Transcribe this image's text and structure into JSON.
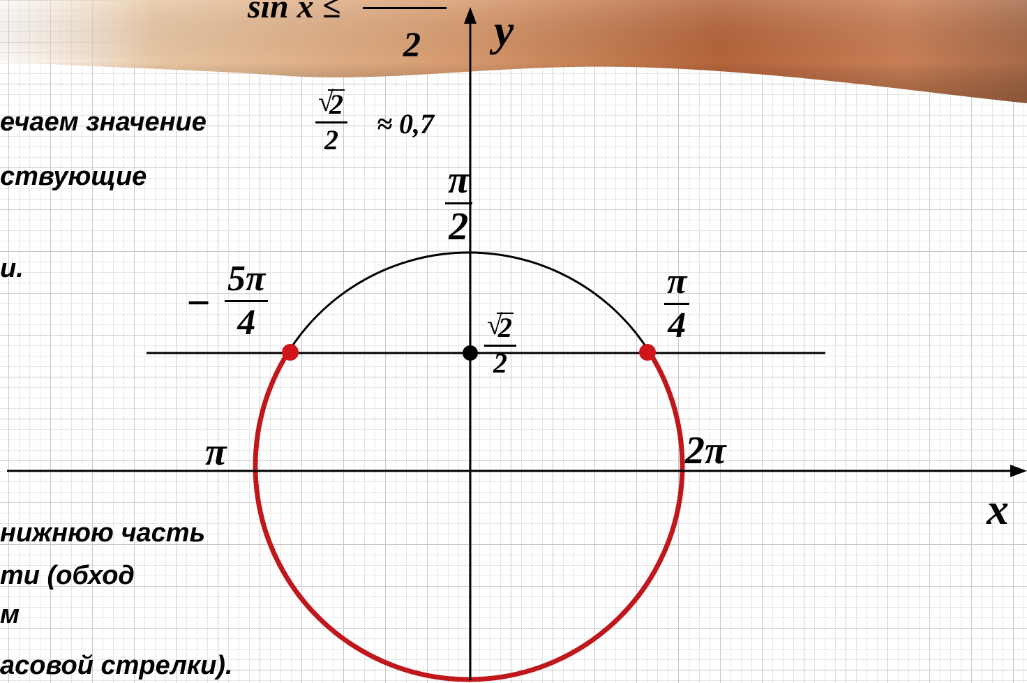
{
  "banner": {
    "heading_lhs": "sin x ≤",
    "heading_den": "2",
    "colors": {
      "wood_light": "#e8c7a4",
      "wood_mid": "#c9825a",
      "wood_dark": "#b4643a"
    }
  },
  "text_lines": {
    "line1": "ечаем значение",
    "line2": "ствующие",
    "line3": "и.",
    "line4": "нижнюю часть",
    "line5": "ти (обход",
    "line6": "м",
    "line7": "асовой стрелки)."
  },
  "approx": {
    "num": "2",
    "den": "2",
    "tail": "≈ 0,7"
  },
  "axes": {
    "x_label": "x",
    "y_label": "y"
  },
  "angle_labels": {
    "pi_half_num": "π",
    "pi_half_den": "2",
    "pi_quarter_num": "π",
    "pi_quarter_den": "4",
    "neg_five_pi_quarter_sign": "−",
    "neg_five_pi_quarter_num": "5π",
    "neg_five_pi_quarter_den": "4",
    "pi": "π",
    "two_pi": "2π"
  },
  "center_value": {
    "num": "2",
    "den": "2"
  },
  "colors": {
    "arc_red": "#c0171c",
    "point_red": "#d0141a",
    "axis": "#000000"
  }
}
